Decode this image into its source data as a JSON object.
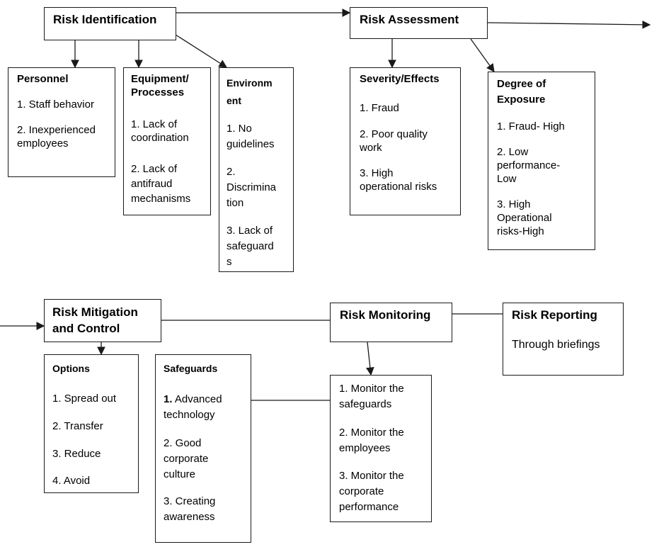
{
  "colors": {
    "line": "#1a1a1a",
    "background": "#ffffff",
    "text": "#000000"
  },
  "risk_identification": {
    "title": "Risk Identification",
    "personnel": {
      "title": "Personnel",
      "items": [
        "1. Staff behavior",
        "2. Inexperienced employees"
      ]
    },
    "equipment": {
      "title": "Equipment/ Processes",
      "items": [
        "1. Lack of coordination",
        "2. Lack of antifraud mechanisms"
      ]
    },
    "environment": {
      "title": "Environment",
      "items": [
        "1. No guidelines",
        "2. Discrimination",
        "3. Lack of safeguards"
      ]
    }
  },
  "risk_assessment": {
    "title": "Risk Assessment",
    "severity": {
      "title": "Severity/Effects",
      "items": [
        "1. Fraud",
        "2. Poor quality work",
        "3. High operational risks"
      ]
    },
    "exposure": {
      "title": "Degree of Exposure",
      "items": [
        "1. Fraud- High",
        "2. Low performance- Low",
        "3. High Operational risks-High"
      ]
    }
  },
  "risk_mitigation": {
    "title": "Risk Mitigation and Control",
    "options": {
      "title": "Options",
      "items": [
        "1. Spread out",
        "2. Transfer",
        "3. Reduce",
        "4. Avoid"
      ]
    },
    "safeguards": {
      "title": "Safeguards",
      "items": [
        "1. Advanced technology",
        "2. Good corporate culture",
        "3. Creating awareness"
      ]
    }
  },
  "risk_monitoring": {
    "title": "Risk Monitoring",
    "items": [
      "1. Monitor the safeguards",
      "2. Monitor the employees",
      "3. Monitor the corporate performance"
    ]
  },
  "risk_reporting": {
    "title": "Risk Reporting",
    "text": "Through briefings"
  }
}
